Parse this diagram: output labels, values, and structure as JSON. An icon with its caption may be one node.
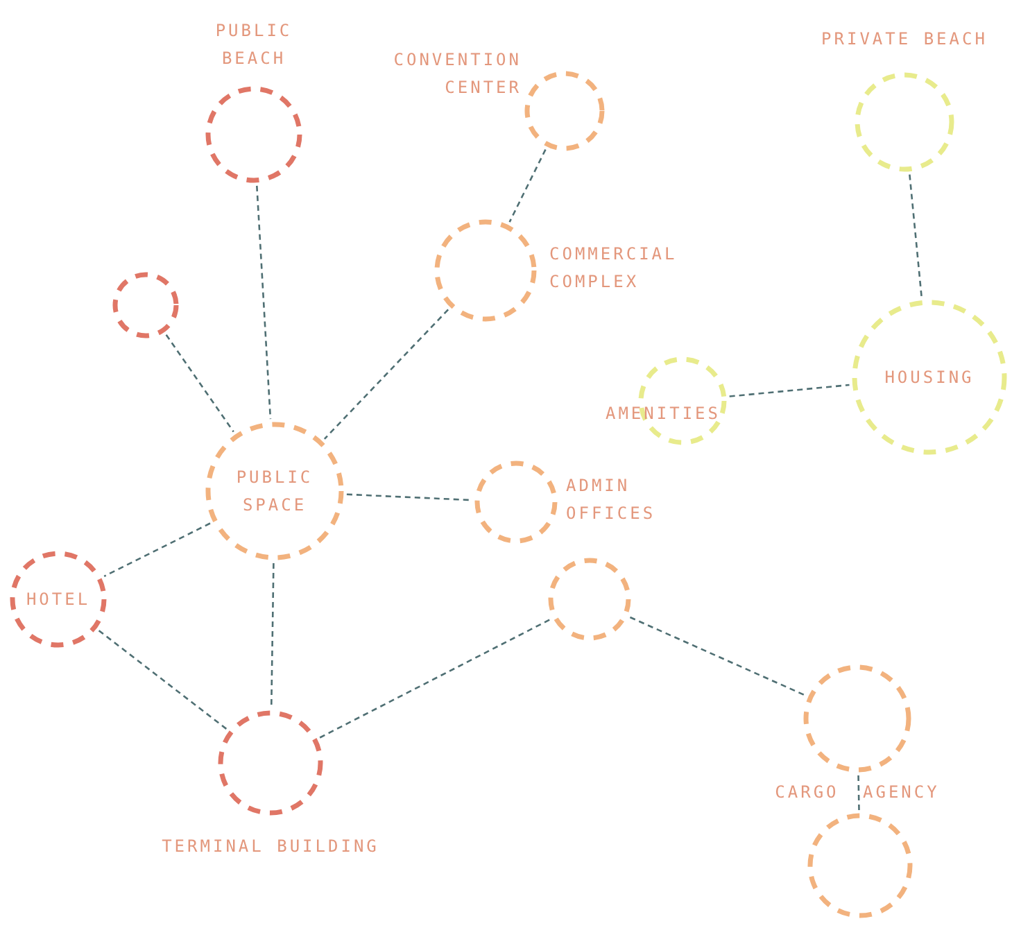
{
  "diagram": {
    "nodes": [
      {
        "text": [
          "PUBLIC BEACH"
        ]
      },
      {
        "text": [
          "CONVENTION CENTER"
        ]
      },
      {
        "text": [
          "PRIVATE BEACH"
        ]
      },
      {
        "text": [],
        "shape": "circle"
      },
      {
        "text": [
          "COMMERCIAL COMPLEX"
        ]
      },
      {
        "text": [
          "HOUSING"
        ]
      },
      {
        "text": [
          "AMENITIES"
        ]
      },
      {
        "text": [
          "PUBLIC SPACE"
        ]
      },
      {
        "text": [
          "ADMIN OFFICES"
        ]
      },
      {
        "text": [
          "HOTEL"
        ]
      },
      {
        "text": [],
        "shape": "circle"
      },
      {
        "text": [
          "TERMINAL BUILDING"
        ]
      },
      {
        "text": [
          "CARGO AGENCY"
        ]
      },
      {
        "text": [],
        "shape": "circle"
      }
    ],
    "edges": [
      {
        "from": 0,
        "to": 7,
        "arrow": "none"
      },
      {
        "from": 3,
        "to": 7,
        "arrow": "none"
      },
      {
        "from": 1,
        "to": 4,
        "arrow": "none"
      },
      {
        "from": 4,
        "to": 7,
        "arrow": "none"
      },
      {
        "from": 2,
        "to": 5,
        "arrow": "none"
      },
      {
        "from": 6,
        "to": 5,
        "arrow": "none"
      },
      {
        "from": 7,
        "to": 8,
        "arrow": "none"
      },
      {
        "from": 7,
        "to": 9,
        "arrow": "none"
      },
      {
        "from": 7,
        "to": 11,
        "arrow": "none"
      },
      {
        "from": 9,
        "to": 11,
        "arrow": "none"
      },
      {
        "from": 11,
        "to": 10,
        "arrow": "none"
      },
      {
        "from": 10,
        "to": 12,
        "arrow": "none"
      },
      {
        "from": 12,
        "to": 13,
        "arrow": "none"
      }
    ]
  }
}
